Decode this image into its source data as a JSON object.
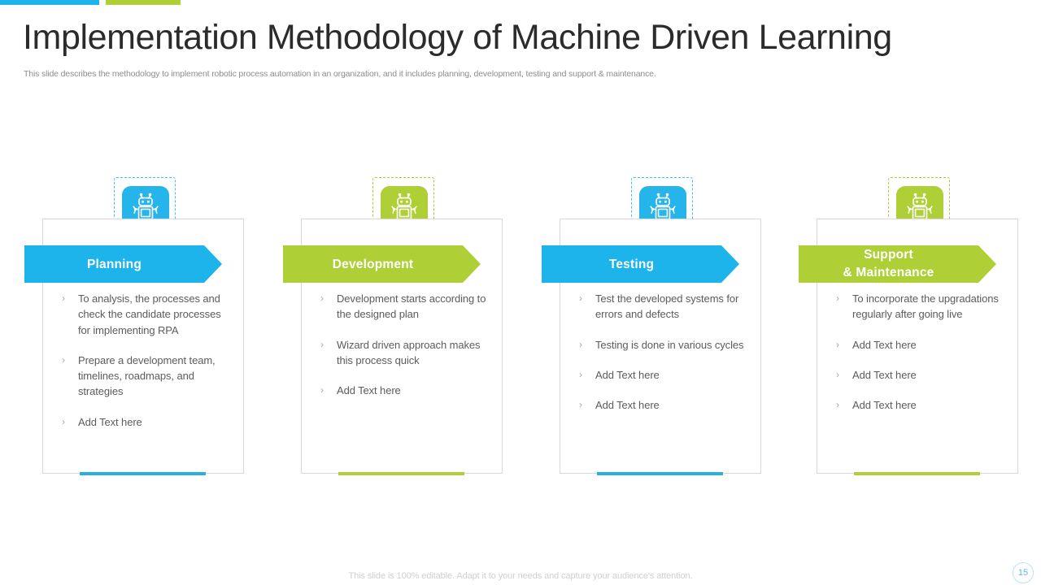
{
  "theme": {
    "blue": "#1CB4EB",
    "green": "#AFCF36",
    "title_color": "#2B2B2B",
    "body_color": "#5C5C5C",
    "card_border": "#D8D8D8"
  },
  "header": {
    "title": "Implementation Methodology of Machine Driven Learning",
    "subtitle": "This slide describes the methodology to implement robotic process automation in an organization, and it includes planning, development, testing and support & maintenance."
  },
  "columns": [
    {
      "icon": "robot-icon",
      "color": "blue",
      "banner_label": "Planning",
      "bullets": [
        "To analysis, the processes and check the candidate processes for implementing RPA",
        "Prepare a development team, timelines, roadmaps, and strategies",
        "Add Text here"
      ]
    },
    {
      "icon": "robot-icon",
      "color": "green",
      "banner_label": "Development",
      "bullets": [
        "Development starts according to the designed plan",
        "Wizard driven approach makes this process quick",
        "Add Text here"
      ]
    },
    {
      "icon": "robot-icon",
      "color": "blue",
      "banner_label": "Testing",
      "bullets": [
        "Test the developed systems for errors and defects",
        "Testing is done in various cycles",
        "Add Text here",
        "Add Text here"
      ]
    },
    {
      "icon": "robot-icon",
      "color": "green",
      "banner_label_line1": "Support",
      "banner_label_line2": "& Maintenance",
      "bullets": [
        "To incorporate the upgradations regularly after going live",
        "Add Text here",
        "Add Text here",
        "Add Text here"
      ]
    }
  ],
  "bullet_marker": "›",
  "footer": {
    "note": "This slide is 100% editable. Adapt it to your needs and capture your audience's attention.",
    "page_number": "15"
  }
}
